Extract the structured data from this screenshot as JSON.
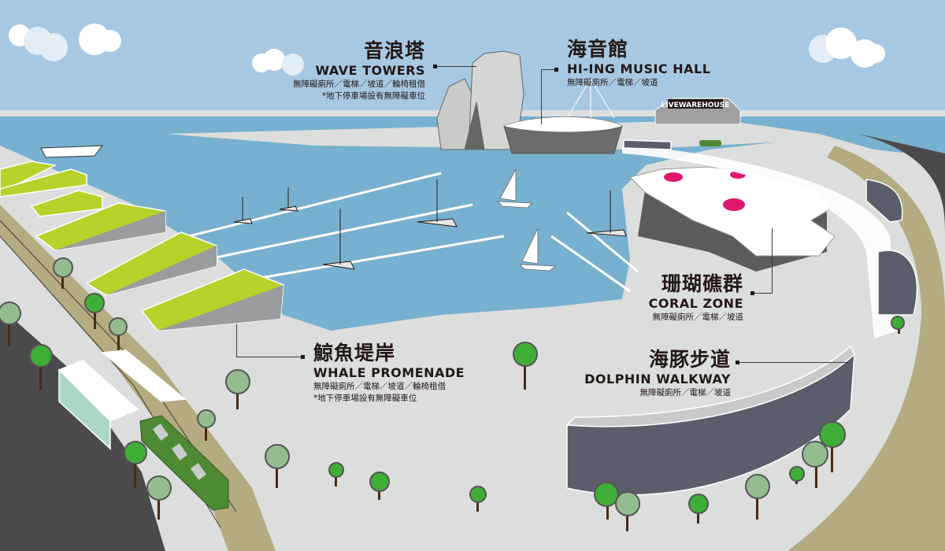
{
  "map": {
    "colors": {
      "sky": "#a7c8e3",
      "water": "#78b1cf",
      "ground": "#dcdddd",
      "lawn_roof": "#b7d22a",
      "road": "#4a4a4c",
      "track": "#b5ab80",
      "tram": "#4e8a33",
      "coral_accent": "#e0156b",
      "wall_dark": "#5a5e6b"
    },
    "landmarks": [
      {
        "id": "wave-towers",
        "name_zh": "音浪塔",
        "name_en": "WAVE TOWERS",
        "facilities": "無障礙廁所／電梯／坡道／輪椅租借",
        "note": "*地下停車場設有無障礙車位"
      },
      {
        "id": "music-hall",
        "name_zh": "海音館",
        "name_en": "HI-ING MUSIC HALL",
        "facilities": "無障礙廁所／電梯／坡道"
      },
      {
        "id": "coral-zone",
        "name_zh": "珊瑚礁群",
        "name_en": "CORAL ZONE",
        "facilities": "無障礙廁所／電梯／坡道"
      },
      {
        "id": "dolphin-walkway",
        "name_zh": "海豚步道",
        "name_en": "DOLPHIN WALKWAY",
        "facilities": "無障礙廁所／電梯／坡道"
      },
      {
        "id": "whale-promenade",
        "name_zh": "鯨魚堤岸",
        "name_en": "WHALE PROMENADE",
        "facilities": "無障礙廁所／電梯／坡道／輪椅租借",
        "note": "*地下停車場設有無障礙車位"
      }
    ],
    "signage": {
      "livewarehouse": "LIVEWAREHOUSE"
    }
  }
}
